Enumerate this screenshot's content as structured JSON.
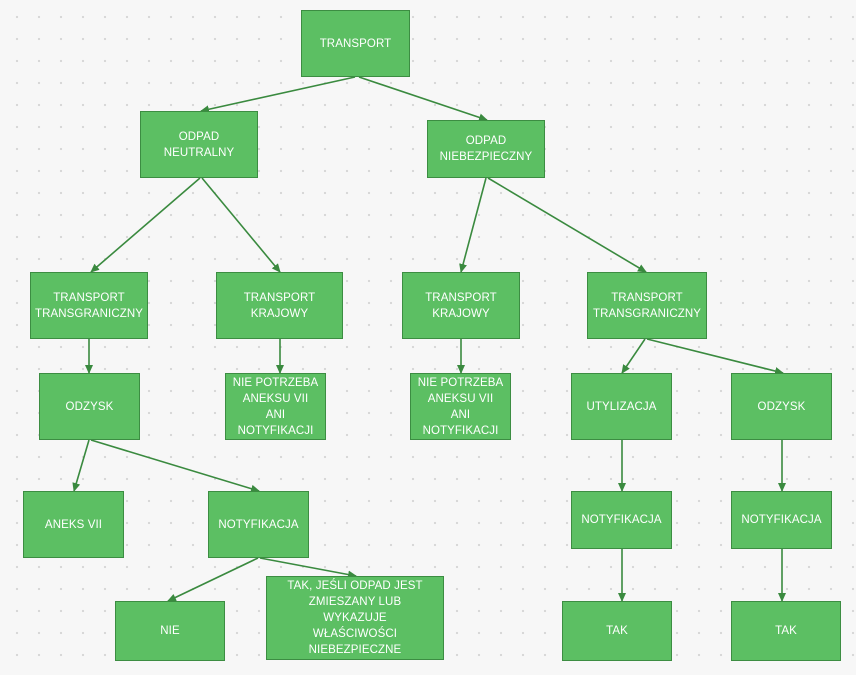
{
  "colors": {
    "node_fill": "#5cbf63",
    "node_border": "#3c8d42",
    "edge": "#3a8a3f",
    "text": "#ffffff"
  },
  "nodes": {
    "transport": "TRANSPORT",
    "odpad_neutralny": "ODPAD\nNEUTRALNY",
    "odpad_niebezpieczny": "ODPAD\nNIEBEZPIECZNY",
    "transport_transgraniczny_left": "TRANSPORT\nTRANSGRANICZNY",
    "transport_krajowy_left": "TRANSPORT\nKRAJOWY",
    "transport_krajowy_right": "TRANSPORT\nKRAJOWY",
    "transport_transgraniczny_right": "TRANSPORT\nTRANSGRANICZNY",
    "odzysk_left": "ODZYSK",
    "nie_potrzeba_left": "NIE POTRZEBA\nANEKSU VII ANI\nNOTYFIKACJI",
    "nie_potrzeba_right": "NIE POTRZEBA\nANEKSU VII ANI\nNOTYFIKACJI",
    "utylizacja": "UTYLIZACJA",
    "odzysk_right": "ODZYSK",
    "aneks_vii": "ANEKS VII",
    "notyfikacja_left": "NOTYFIKACJA",
    "notyfikacja_mid": "NOTYFIKACJA",
    "notyfikacja_right": "NOTYFIKACJA",
    "nie": "NIE",
    "tak_jesli": "TAK, JEŚLI ODPAD JEST ZMIESZANY LUB WYKAZUJE WŁAŚCIWOŚCI NIEBEZPIECZNE",
    "tak_mid": "TAK",
    "tak_right": "TAK"
  },
  "edges": [
    [
      "transport",
      "odpad_neutralny"
    ],
    [
      "transport",
      "odpad_niebezpieczny"
    ],
    [
      "odpad_neutralny",
      "transport_transgraniczny_left"
    ],
    [
      "odpad_neutralny",
      "transport_krajowy_left"
    ],
    [
      "odpad_niebezpieczny",
      "transport_krajowy_right"
    ],
    [
      "odpad_niebezpieczny",
      "transport_transgraniczny_right"
    ],
    [
      "transport_transgraniczny_left",
      "odzysk_left"
    ],
    [
      "transport_krajowy_left",
      "nie_potrzeba_left"
    ],
    [
      "transport_krajowy_right",
      "nie_potrzeba_right"
    ],
    [
      "transport_transgraniczny_right",
      "utylizacja"
    ],
    [
      "transport_transgraniczny_right",
      "odzysk_right"
    ],
    [
      "odzysk_left",
      "aneks_vii"
    ],
    [
      "odzysk_left",
      "notyfikacja_left"
    ],
    [
      "utylizacja",
      "notyfikacja_mid"
    ],
    [
      "odzysk_right",
      "notyfikacja_right"
    ],
    [
      "notyfikacja_left",
      "nie"
    ],
    [
      "notyfikacja_left",
      "tak_jesli"
    ],
    [
      "notyfikacja_mid",
      "tak_mid"
    ],
    [
      "notyfikacja_right",
      "tak_right"
    ]
  ]
}
